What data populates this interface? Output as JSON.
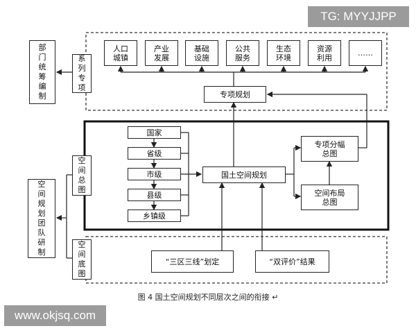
{
  "watermark_top": "TG: MYYJJPP",
  "watermark_bottom": "www.okjsq.com",
  "top_items": [
    "人口\n城镇",
    "产业\n发展",
    "基础\n设施",
    "公共\n服务",
    "生态\n环境",
    "资源\n利用",
    "……"
  ],
  "special_planning": "专项规划",
  "levels": [
    "国家",
    "省级",
    "市级",
    "县级",
    "乡镇级"
  ],
  "national_planning": "国土空间规划",
  "special_zoning_map": "专项分幅\n总图",
  "spatial_layout_map": "空间布局\n总图",
  "three_zones": "“三区三线”划定",
  "double_eval": "“双评价”结果",
  "left_labels": {
    "dept": "部门统筹编制",
    "team": "空间规划团队研制"
  },
  "side_labels": {
    "series": "系列专项",
    "master": "空间总图",
    "base": "空间底图"
  },
  "caption": "图 4   国土空间规划不同层次之间的衔接 ↵"
}
